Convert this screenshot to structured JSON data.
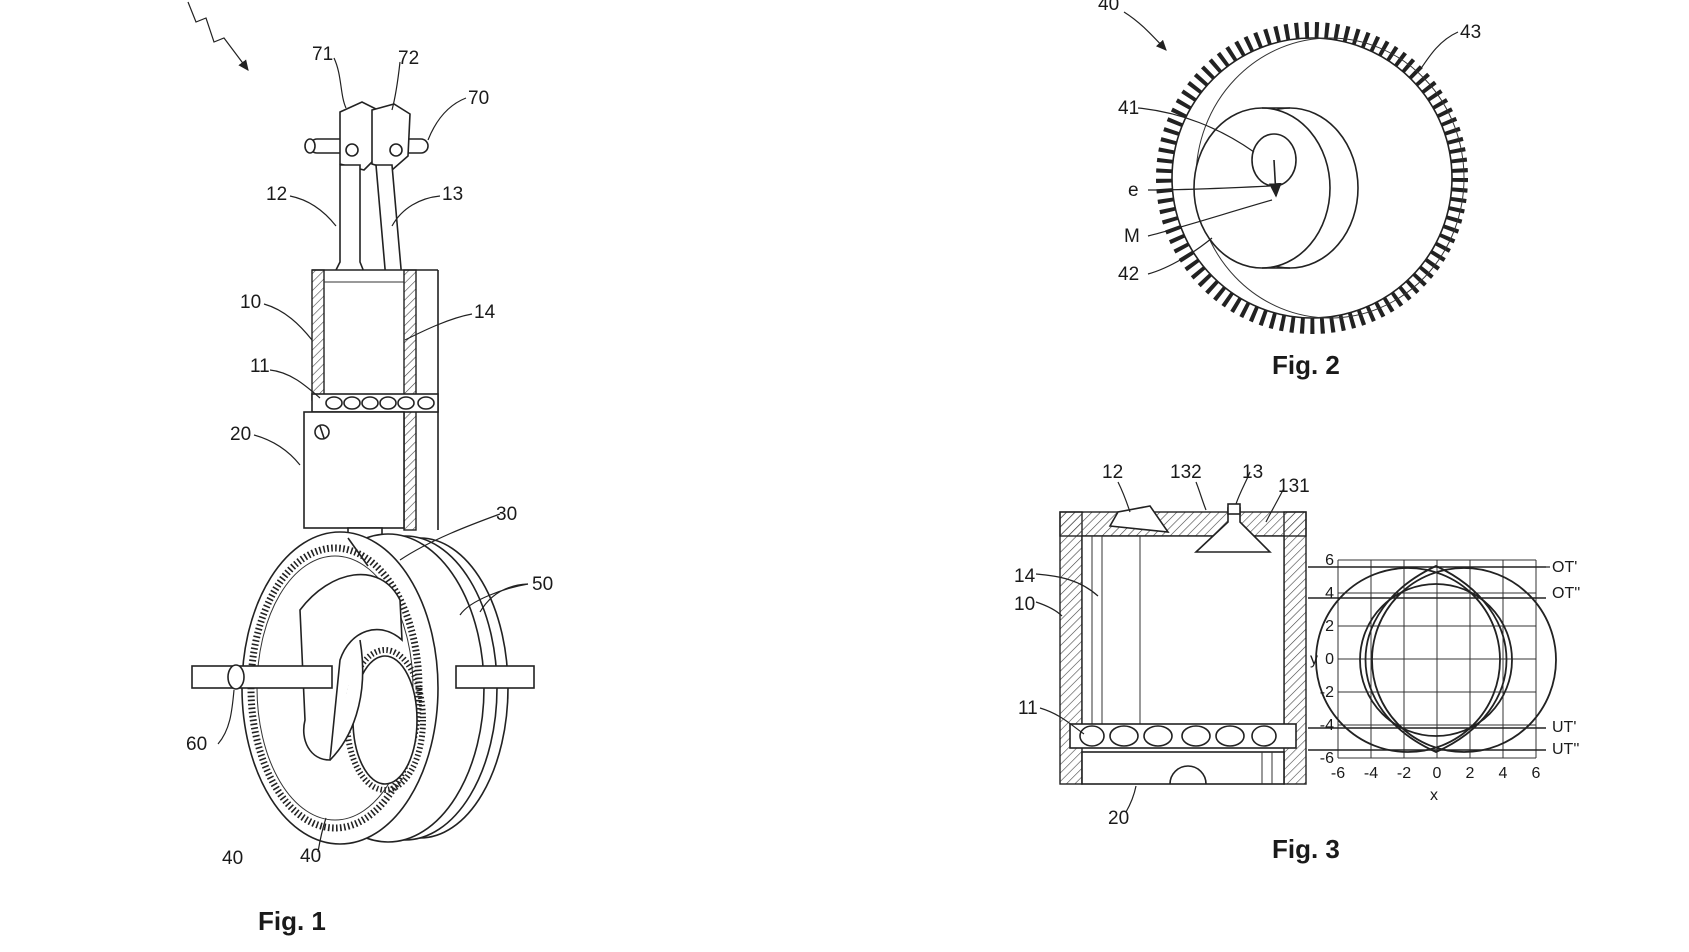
{
  "figures": {
    "fig1": {
      "caption": "Fig. 1",
      "labels": {
        "l71": "71",
        "l72": "72",
        "l70": "70",
        "l12": "12",
        "l13": "13",
        "l10": "10",
        "l14": "14",
        "l11": "11",
        "l20": "20",
        "l30": "30",
        "l50": "50",
        "l60": "60",
        "l40a": "40",
        "l40b": "40"
      }
    },
    "fig2": {
      "caption": "Fig. 2",
      "labels": {
        "l40": "40",
        "l43": "43",
        "l41": "41",
        "le": "e",
        "lM": "M",
        "l42": "42"
      }
    },
    "fig3": {
      "caption": "Fig. 3",
      "labels": {
        "l12": "12",
        "l132": "132",
        "l13": "13",
        "l131": "131",
        "l14": "14",
        "l10": "10",
        "l11": "11",
        "l20": "20",
        "OT1": "OT'",
        "OT2": "OT''",
        "UT1": "UT'",
        "UT2": "UT''",
        "axis_x": "x",
        "axis_y": "y"
      },
      "y_ticks": [
        "6",
        "4",
        "2",
        "0",
        "-2",
        "-4",
        "-6"
      ],
      "x_ticks": [
        "-6",
        "-4",
        "-2",
        "0",
        "2",
        "4",
        "6"
      ]
    }
  }
}
